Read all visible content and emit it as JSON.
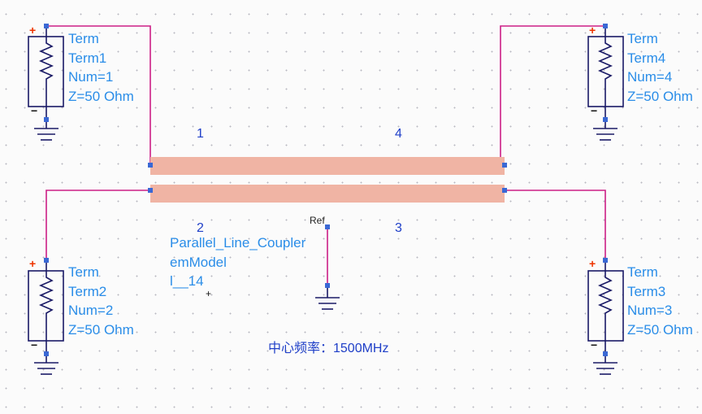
{
  "terms": [
    {
      "type": "Term",
      "name": "Term1",
      "num": "Num=1",
      "z": "Z=50 Ohm"
    },
    {
      "type": "Term",
      "name": "Term4",
      "num": "Num=4",
      "z": "Z=50 Ohm"
    },
    {
      "type": "Term",
      "name": "Term2",
      "num": "Num=2",
      "z": "Z=50 Ohm"
    },
    {
      "type": "Term",
      "name": "Term3",
      "num": "Num=3",
      "z": "Z=50 Ohm"
    }
  ],
  "ports": [
    "1",
    "4",
    "2",
    "3"
  ],
  "coupler": {
    "line1": "Parallel_Line_Coupler",
    "line2": "emModel",
    "line3": "l__14"
  },
  "ref_label": "Ref",
  "center_freq": "中心频率：1500MHz",
  "symbols": {
    "plus": "+",
    "minus": "−",
    "cross": "+"
  },
  "colors": {
    "wire": "#cc1f86",
    "strip": "#f0b4a4",
    "pin": "#3a68d4",
    "label": "#2a8de8",
    "port_num": "#1f3fc8",
    "plus": "#ee3300"
  }
}
